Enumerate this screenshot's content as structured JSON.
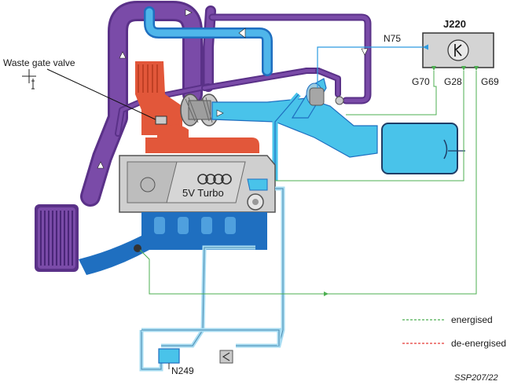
{
  "labels": {
    "waste_gate_valve": "Waste gate valve",
    "ecu": "J220",
    "n75": "N75",
    "g70": "G70",
    "g28": "G28",
    "g69": "G69",
    "engine": "5V  Turbo",
    "n249": "N249",
    "reference": "SSP207/22"
  },
  "legend": [
    {
      "label": "energised",
      "color": "#4caf50"
    },
    {
      "label": "de-energised",
      "color": "#e53935"
    }
  ],
  "colors": {
    "boost_pipe": "#7a4ba8",
    "boost_dark": "#4e2a7a",
    "intake_pipe": "#49c3ea",
    "manifold": "#1f6fc0",
    "exhaust": "#e2573a",
    "signal_line": "#4caf50",
    "control_line": "#2d9be0",
    "aux_line": "#a7dcf2"
  }
}
